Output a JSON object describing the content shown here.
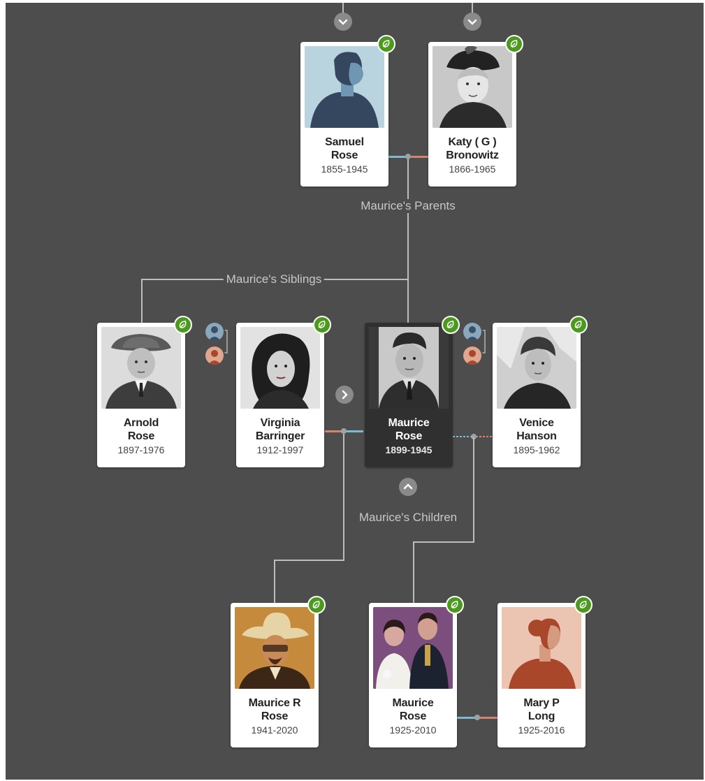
{
  "labels": {
    "parents": "Maurice's Parents",
    "siblings": "Maurice's Siblings",
    "children": "Maurice's Children"
  },
  "people": {
    "samuel": {
      "first": "Samuel",
      "last": "Rose",
      "years": "1855-1945",
      "photo": "male-silhouette-icon"
    },
    "katy": {
      "first": "Katy ( G )",
      "last": "Bronowitz",
      "years": "1866-1965",
      "photo": "portrait-photo"
    },
    "arnold": {
      "first": "Arnold",
      "last": "Rose",
      "years": "1897-1976",
      "photo": "portrait-photo"
    },
    "virginia": {
      "first": "Virginia",
      "last": "Barringer",
      "years": "1912-1997",
      "photo": "portrait-photo"
    },
    "maurice": {
      "first": "Maurice",
      "last": "Rose",
      "years": "1899-1945",
      "photo": "portrait-photo"
    },
    "venice": {
      "first": "Venice",
      "last": "Hanson",
      "years": "1895-1962",
      "photo": "portrait-photo"
    },
    "maurice_r": {
      "first": "Maurice R",
      "last": "Rose",
      "years": "1941-2020",
      "photo": "portrait-photo"
    },
    "maurice_2": {
      "first": "Maurice",
      "last": "Rose",
      "years": "1925-2010",
      "photo": "portrait-photo"
    },
    "mary": {
      "first": "Mary P",
      "last": "Long",
      "years": "1925-2016",
      "photo": "female-silhouette-icon"
    }
  },
  "colors": {
    "background": "#4d4d4d",
    "hint_badge": "#4b9a1e",
    "male_line": "#7fb8d0",
    "female_line": "#d9826a",
    "connector": "#bdbdbd",
    "focus_card": "#303030"
  },
  "icons": [
    "chevron-down-icon",
    "chevron-right-icon",
    "chevron-up-icon",
    "leaf-hint-icon",
    "spouse-switch-icon"
  ]
}
